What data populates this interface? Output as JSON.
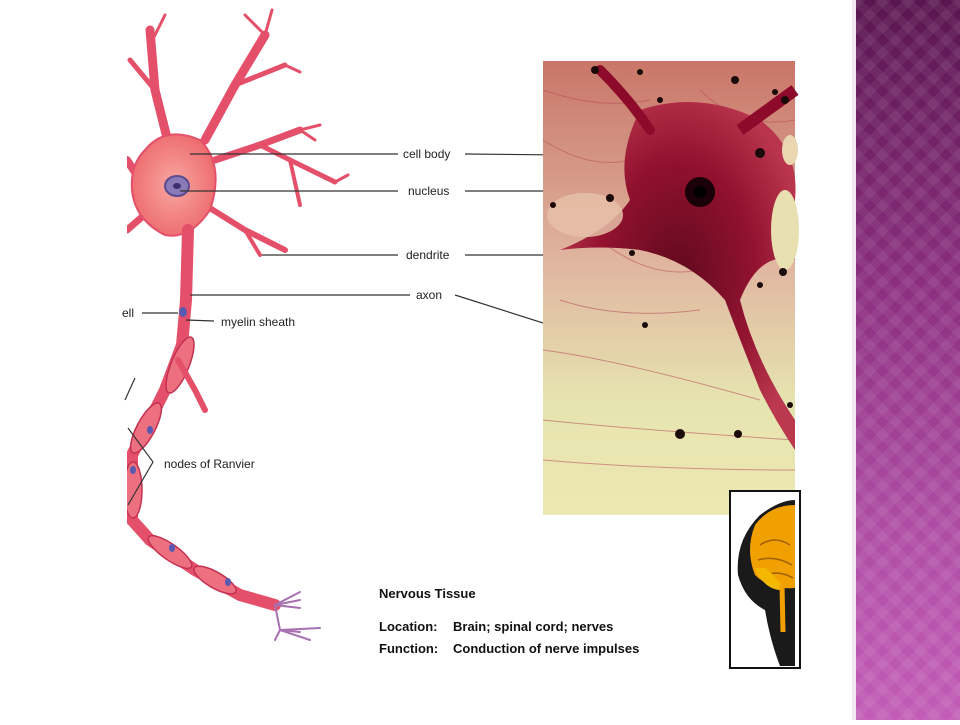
{
  "diagram": {
    "labels": {
      "cell_body": "cell body",
      "nucleus": "nucleus",
      "dendrite": "dendrite",
      "axon": "axon",
      "schwann_cell_fragment": "ell",
      "myelin_sheath": "myelin sheath",
      "nodes_of_ranvier": "nodes of Ranvier"
    },
    "caption": {
      "title": "Nervous Tissue",
      "location_label": "Location:",
      "location_value": "Brain; spinal cord; nerves",
      "function_label": "Function:",
      "function_value": "Conduction of nerve impulses"
    }
  },
  "colors": {
    "neuron": "#e4506a",
    "micrograph": "#a8102e",
    "sidebar": "#9a3a8e",
    "brain": "#f0a000"
  }
}
